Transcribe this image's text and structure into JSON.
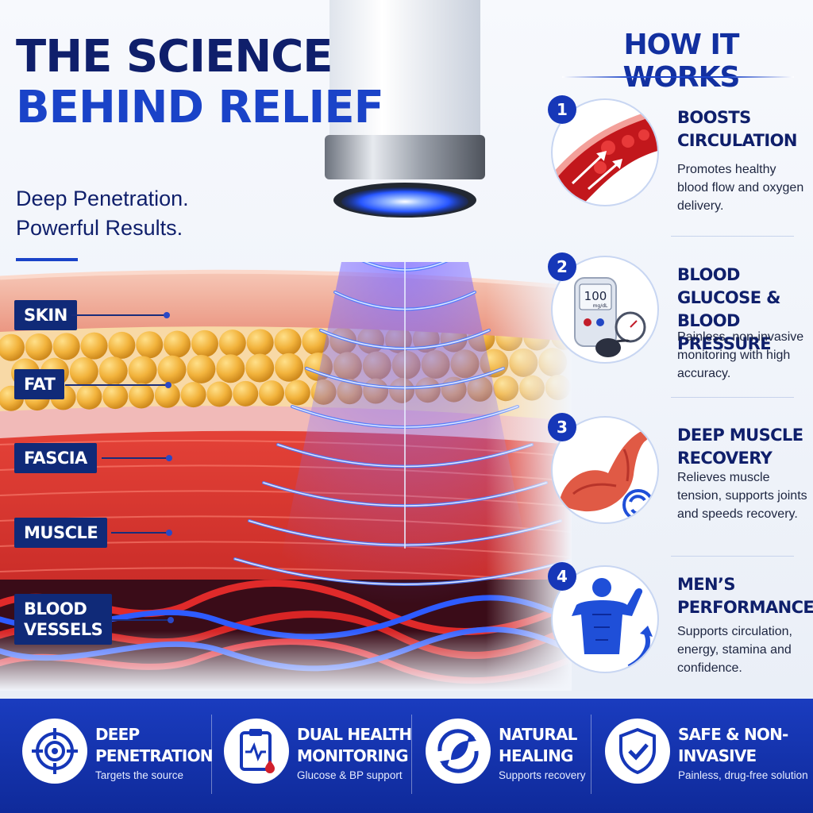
{
  "headline": {
    "line1": "THE SCIENCE",
    "line2": "BEHIND RELIEF"
  },
  "tagline": {
    "line1": "Deep Penetration.",
    "line2": "Powerful Results."
  },
  "layers": [
    {
      "label": "SKIN"
    },
    {
      "label": "FAT"
    },
    {
      "label": "FASCIA"
    },
    {
      "label": "MUSCLE"
    },
    {
      "label": "BLOOD\nVESSELS"
    }
  ],
  "how_it_works": {
    "title": "HOW IT WORKS",
    "steps": [
      {
        "number": "1",
        "title": "BOOSTS CIRCULATION",
        "description": "Promotes healthy blood flow and oxygen delivery.",
        "icon": "blood-vessel-icon"
      },
      {
        "number": "2",
        "title": "BLOOD GLUCOSE & BLOOD PRESSURE",
        "description": "Painless, non-invasive monitoring with high accuracy.",
        "icon": "glucose-meter-icon",
        "meter_reading": "100",
        "meter_unit": "mg/dL"
      },
      {
        "number": "3",
        "title": "DEEP MUSCLE RECOVERY",
        "description": "Relieves muscle tension, supports joints and speeds recovery.",
        "icon": "muscle-arm-icon"
      },
      {
        "number": "4",
        "title": "MEN’S PERFORMANCE",
        "description": "Supports circulation, energy, stamina and confidence.",
        "icon": "athlete-icon"
      }
    ]
  },
  "features": [
    {
      "title": "DEEP PENETRATION",
      "subtitle": "Targets the source",
      "icon": "target-icon"
    },
    {
      "title": "DUAL HEALTH MONITORING",
      "subtitle": "Glucose & BP support",
      "icon": "clipboard-icon"
    },
    {
      "title": "NATURAL HEALING",
      "subtitle": "Supports recovery",
      "icon": "leaf-icon"
    },
    {
      "title": "SAFE & NON-INVASIVE",
      "subtitle": "Painless, drug-free solution",
      "icon": "shield-check-icon"
    }
  ],
  "colors": {
    "navy": "#0f1f6b",
    "brand_blue": "#1a43c8",
    "bar_blue": "#1637b8",
    "muscle_red": "#d9322b",
    "fat_yellow": "#f0b03a",
    "wave_blue": "#3d6bff"
  }
}
